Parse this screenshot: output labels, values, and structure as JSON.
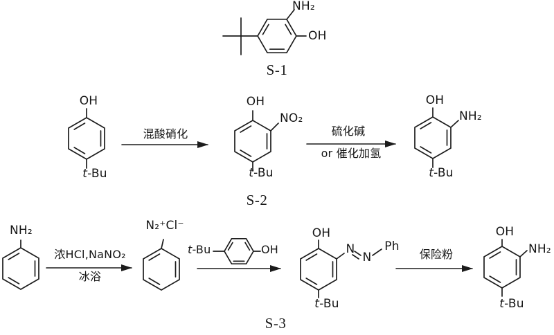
{
  "scheme": {
    "line_color": "#1c1c1c",
    "background": "#ffffff"
  },
  "s1": {
    "label": "S-1",
    "amine": "NH₂",
    "hydroxyl": "OH"
  },
  "s2": {
    "label": "S-2",
    "reactant": {
      "hydroxyl": "OH",
      "tbu": "t-Bu"
    },
    "step1": {
      "above": "混酸硝化"
    },
    "intermediate": {
      "hydroxyl": "OH",
      "nitro": "NO₂",
      "tbu": "t-Bu"
    },
    "step2": {
      "above": "硫化碱",
      "below": "or 催化加氢"
    },
    "product": {
      "hydroxyl": "OH",
      "amine": "NH₂",
      "tbu": "t-Bu"
    }
  },
  "s3": {
    "label": "S-3",
    "aniline": {
      "amine": "NH₂"
    },
    "step1": {
      "above": "浓HCl,NaNO₂",
      "below": "冰浴"
    },
    "diazonium": {
      "group": "N₂⁺Cl⁻"
    },
    "coupling": {
      "tbu": "t-Bu",
      "hydroxyl": "OH"
    },
    "azo": {
      "hydroxyl": "OH",
      "n1": "N",
      "n2": "N",
      "phenyl": "Ph",
      "tbu": "t-Bu"
    },
    "step3": {
      "above": "保险粉"
    },
    "product": {
      "hydroxyl": "OH",
      "amine": "NH₂",
      "tbu": "t-Bu"
    }
  }
}
